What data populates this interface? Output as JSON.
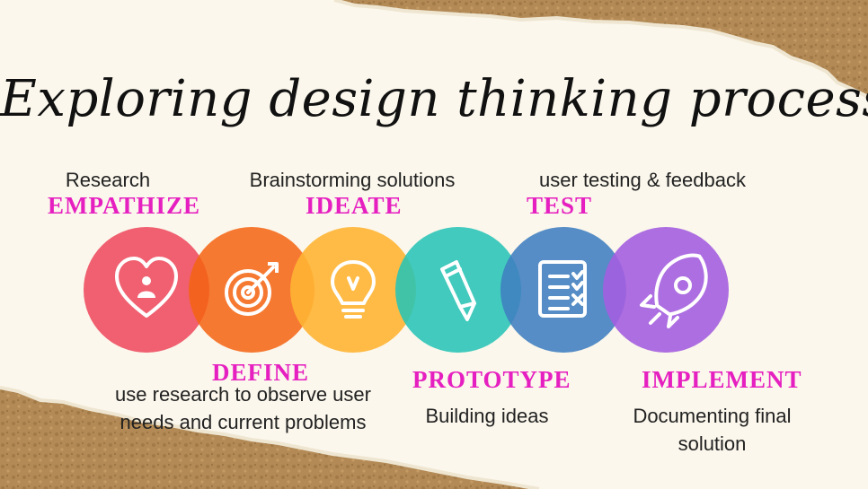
{
  "title": "Exploring design thinking process",
  "colors": {
    "accent": "#e620c0",
    "background": "#fbf7ec",
    "paper": "#b08a55"
  },
  "stages": [
    {
      "name": "EMPATHIZE",
      "description": "Research",
      "color": "#ee4f63",
      "icon": "heart-person-icon"
    },
    {
      "name": "DEFINE",
      "description": "use research to observe user needs and current problems",
      "color": "#f56312",
      "icon": "target-icon"
    },
    {
      "name": "IDEATE",
      "description": "Brainstorming solutions",
      "color": "#ffb433",
      "icon": "lightbulb-icon"
    },
    {
      "name": "PROTOTYPE",
      "description": "Building ideas",
      "color": "#27c4b6",
      "icon": "pencil-icon"
    },
    {
      "name": "TEST",
      "description": "user testing & feedback",
      "color": "#3f7ec0",
      "icon": "checklist-icon"
    },
    {
      "name": "IMPLEMENT",
      "description": "Documenting final solution",
      "color": "#a45ee0",
      "icon": "rocket-icon"
    }
  ]
}
